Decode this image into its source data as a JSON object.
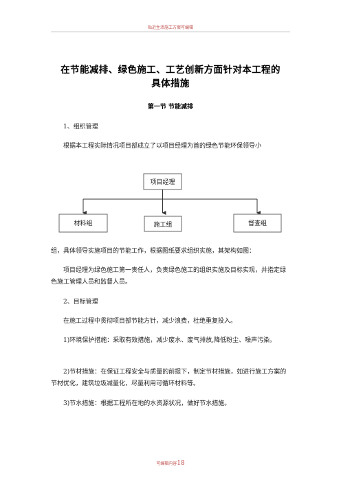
{
  "header": {
    "note": "贴近生活施工方案可编辑"
  },
  "title": {
    "line1": "在节能减排、绿色施工、工艺创新方面针对本工程的",
    "line2": "具体措施"
  },
  "section_heading": "第一节  节能减排",
  "sub1": "1、组织管理",
  "para1": "根据本工程实际情况项目部成立了以项目经理为首的绿色节能环保领导小",
  "org_chart": {
    "top": "项目经理",
    "children": [
      "材料组",
      "施工组",
      "督查组"
    ]
  },
  "para2": "组，具体领导实施项目的节能工作，根据图纸要求组织实施，其架构如图：",
  "para3": "项目经理为绿色施工第一责任人，负责绿色施工的组织实施及目标实现，并指定绿色施工管理人员和监督人员。",
  "sub2": "2、目标管理",
  "para4": "在施工过程中贯彻项目部节能方针，减少浪费，杜绝重复投入。",
  "item1": "1)环境保护措施：采取有效措施，减少废水、废气排放,降低粉尘、噪声污染。",
  "item2": "2)节材措施：在保证工程安全与质量的前提下，制定节材措施，如进行施工方案的节材优化，建筑垃圾减量化，尽量利用可循环材料等。",
  "item3": "3)节水措施：根据工程所在地的水资源状况，做好节水措施。",
  "footer": {
    "label": "可编辑内容",
    "page": "18"
  }
}
